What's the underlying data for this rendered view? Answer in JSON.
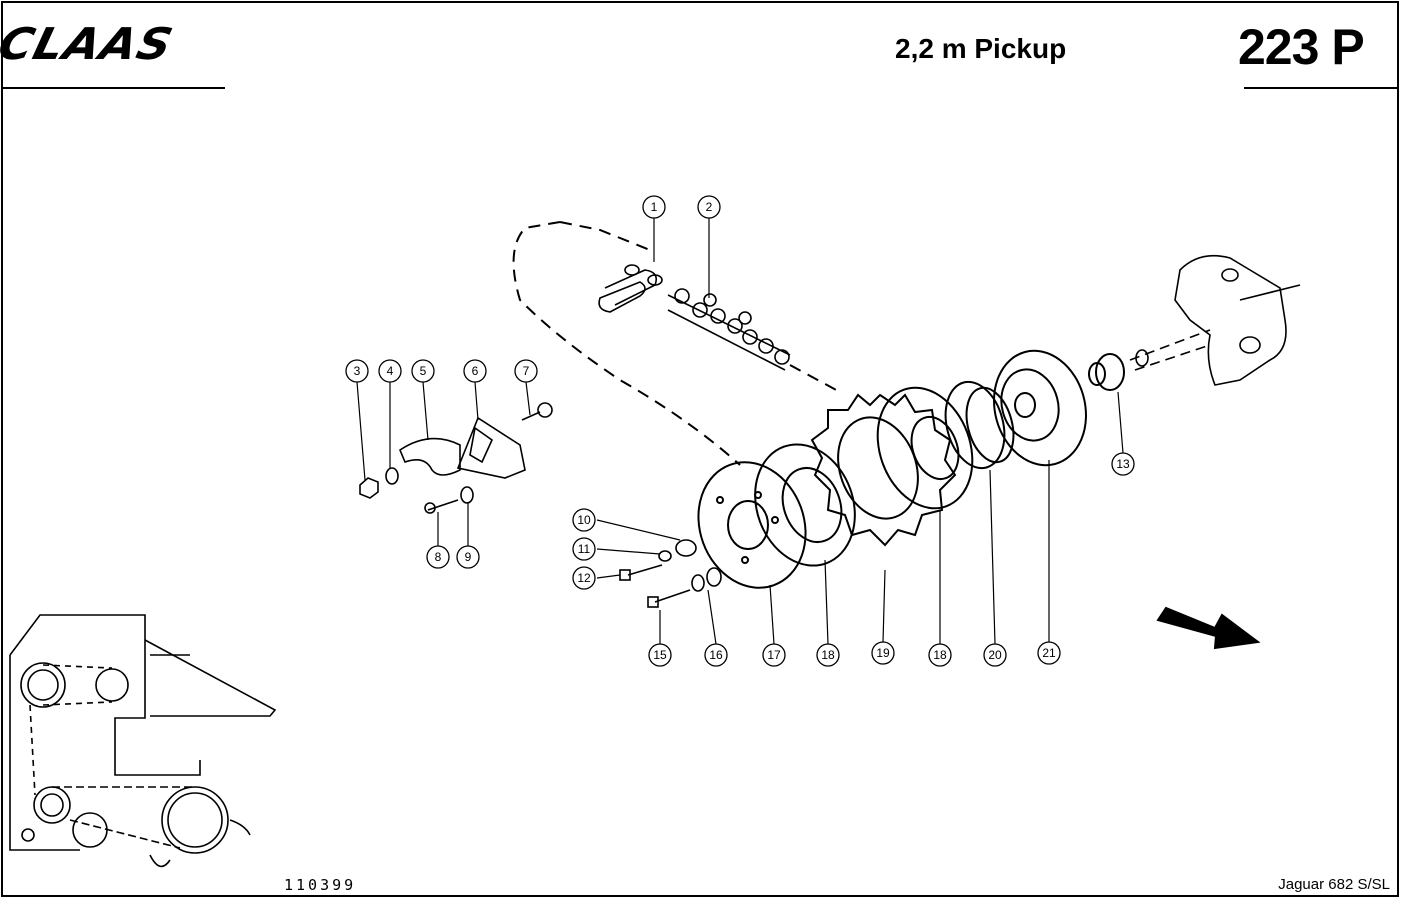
{
  "header": {
    "brand": "CLAAS",
    "title": "2,2 m Pickup",
    "page_code": "223 P"
  },
  "footer": {
    "doc_number": "110399",
    "model": "Jaguar 682 S/SL"
  },
  "callouts": [
    "1",
    "2",
    "3",
    "4",
    "5",
    "6",
    "7",
    "8",
    "9",
    "10",
    "11",
    "12",
    "13",
    "15",
    "16",
    "17",
    "18",
    "19",
    "18",
    "20",
    "21"
  ]
}
